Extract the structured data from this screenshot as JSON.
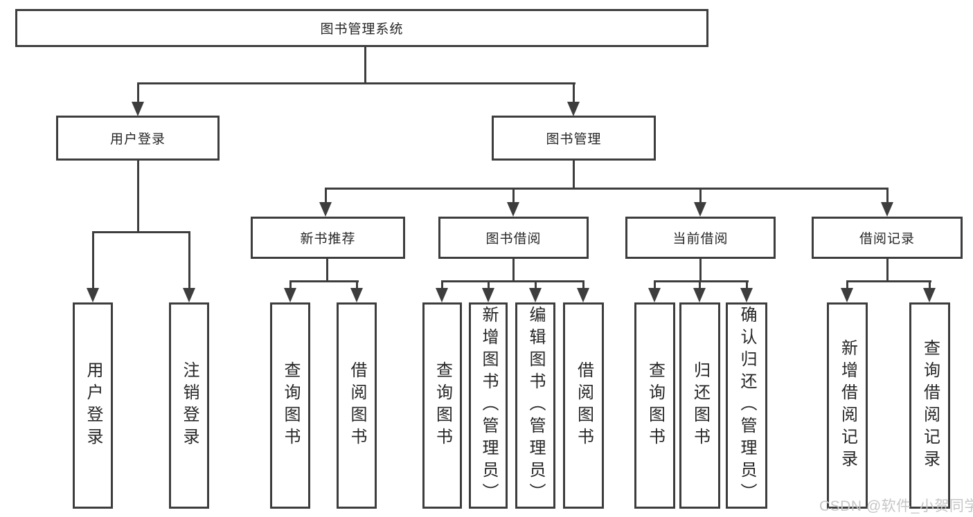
{
  "tree": {
    "root": {
      "label": "图书管理系统"
    },
    "children": [
      {
        "label": "用户登录",
        "children": [
          {
            "label": "用户登录"
          },
          {
            "label": "注销登录"
          }
        ]
      },
      {
        "label": "图书管理",
        "children": [
          {
            "label": "新书推荐",
            "children": [
              {
                "label": "查询图书"
              },
              {
                "label": "借阅图书"
              }
            ]
          },
          {
            "label": "图书借阅",
            "children": [
              {
                "label": "查询图书"
              },
              {
                "label": "新增图书（管理员）"
              },
              {
                "label": "编辑图书（管理员）"
              },
              {
                "label": "借阅图书"
              }
            ]
          },
          {
            "label": "当前借阅",
            "children": [
              {
                "label": "查询图书"
              },
              {
                "label": "归还图书"
              },
              {
                "label": "确认归还（管理员）"
              }
            ]
          },
          {
            "label": "借阅记录",
            "children": [
              {
                "label": "新增借阅记录"
              },
              {
                "label": "查询借阅记录"
              }
            ]
          }
        ]
      }
    ]
  },
  "watermark": "CSDN @软件_小贺同学"
}
